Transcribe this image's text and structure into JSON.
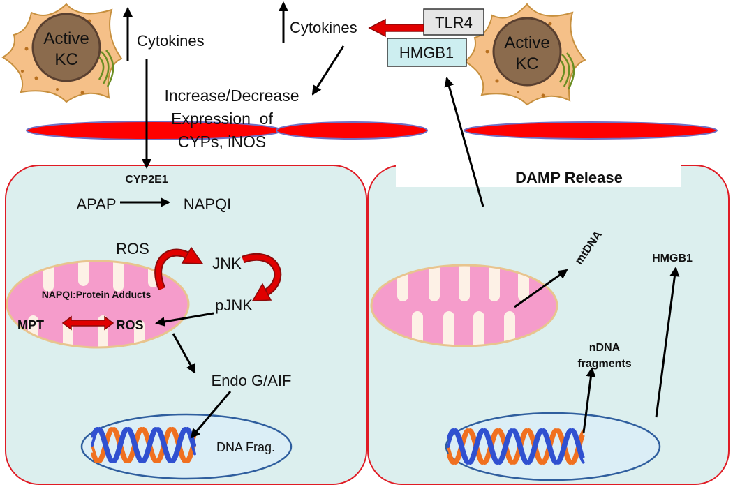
{
  "kupffer_cells": {
    "left": {
      "line1": "Active",
      "line2": "KC"
    },
    "right": {
      "line1": "Active",
      "line2": "KC"
    }
  },
  "signals": {
    "cytokines_left": "Cytokines",
    "cytokines_center": "Cytokines",
    "tlr4": "TLR4",
    "hmgb1": "HMGB1"
  },
  "expression_note": {
    "line1": "Increase/Decrease",
    "line2": "Expression  of",
    "line3": "CYPs, iNOS"
  },
  "hepatocyte_left": {
    "cyp2e1": "CYP2E1",
    "apap": "APAP",
    "napqi": "NAPQI",
    "ros_top": "ROS",
    "jnk": "JNK",
    "adducts": "NAPQI:Protein Adducts",
    "pjnk": "pJNK",
    "mpt": "MPT",
    "ros_mito": "ROS",
    "endo_g": "Endo G/AIF",
    "dna_frag": "DNA Frag."
  },
  "hepatocyte_right": {
    "damp_release": "DAMP Release",
    "mtdna": "mtDNA",
    "hmgb1": "HMGB1",
    "ndna_line1": "nDNA",
    "ndna_line2": "fragments"
  },
  "colors": {
    "cell_fill": "#dcefee",
    "cell_border": "#e01b24",
    "endothelium": "#ff0000",
    "endothelium_outline": "#6f6fc4",
    "kupffer_body": "#f5c088",
    "kupffer_nucleus": "#8b6b4d",
    "mitochondrion": "#f59ccb",
    "mitochondrion_outline": "#e8c48e",
    "nucleus_fill": "#dbeef6",
    "nucleus_border": "#2f5e9e",
    "tlr4_box": "#e6e6e6",
    "hmgb1_box": "#cdeef0",
    "dna_strand_a": "#f07020",
    "dna_strand_b": "#3050d0",
    "signal_arrow": "#e00000"
  }
}
